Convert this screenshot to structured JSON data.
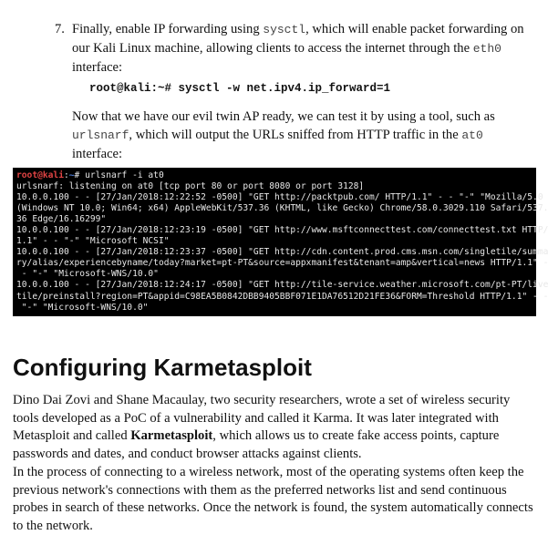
{
  "step": {
    "number": "7.",
    "text_before_cmd": "Finally, enable IP forwarding using ",
    "cmd_inline": "sysctl",
    "text_mid": ", which will enable packet forwarding on our Kali Linux machine, allowing clients to access the internet through the ",
    "iface": "eth0",
    "text_end": " interface:"
  },
  "command": "root@kali:~# sysctl -w net.ipv4.ip_forward=1",
  "para2": {
    "text_before": "Now that we have our evil twin AP ready, we can test it by using a tool, such as ",
    "tool": "urlsnarf",
    "text_mid": ", which will output the URLs sniffed from HTTP traffic in the ",
    "iface": "at0",
    "text_end": " interface:"
  },
  "terminal": {
    "prompt_user": "root@kali",
    "prompt_sep": ":",
    "prompt_path": "~",
    "prompt_end": "# urlsnarf -i at0",
    "lines": [
      "urlsnarf: listening on at0 [tcp port 80 or port 8080 or port 3128]",
      "10.0.0.100 - - [27/Jan/2018:12:22:52 -0500] \"GET http://packtpub.com/ HTTP/1.1\" - - \"-\" \"Mozilla/5.0",
      "(Windows NT 10.0; Win64; x64) AppleWebKit/537.36 (KHTML, like Gecko) Chrome/58.0.3029.110 Safari/537.",
      "36 Edge/16.16299\"",
      "10.0.0.100 - - [27/Jan/2018:12:23:19 -0500] \"GET http://www.msftconnecttest.com/connecttest.txt HTTP/",
      "1.1\" - - \"-\" \"Microsoft NCSI\"",
      "10.0.0.100 - - [27/Jan/2018:12:23:37 -0500] \"GET http://cdn.content.prod.cms.msn.com/singletile/summa",
      "ry/alias/experiencebyname/today?market=pt-PT&source=appxmanifest&tenant=amp&vertical=news HTTP/1.1\" -",
      " - \"-\" \"Microsoft-WNS/10.0\"",
      "10.0.0.100 - - [27/Jan/2018:12:24:17 -0500] \"GET http://tile-service.weather.microsoft.com/pt-PT/live",
      "tile/preinstall?region=PT&appid=C98EA5B0842DBB9405BBF071E1DA76512D21FE36&FORM=Threshold HTTP/1.1\" - -",
      " \"-\" \"Microsoft-WNS/10.0\""
    ]
  },
  "heading": "Configuring Karmetasploit",
  "body1": {
    "text_before": "Dino Dai Zovi and Shane Macaulay, two security researchers, wrote a set of wireless security tools developed as a PoC of a vulnerability and called it Karma. It was later integrated with Metasploit and called ",
    "bold": "Karmetasploit",
    "text_end": ", which allows us to create fake access points, capture passwords and dates, and conduct browser attacks against clients."
  },
  "body2": "In the process of connecting to a wireless network, most of the operating systems often keep the previous network's connections with them as the preferred networks list and send continuous probes in search of these networks. Once the network is found, the system automatically connects to the network."
}
